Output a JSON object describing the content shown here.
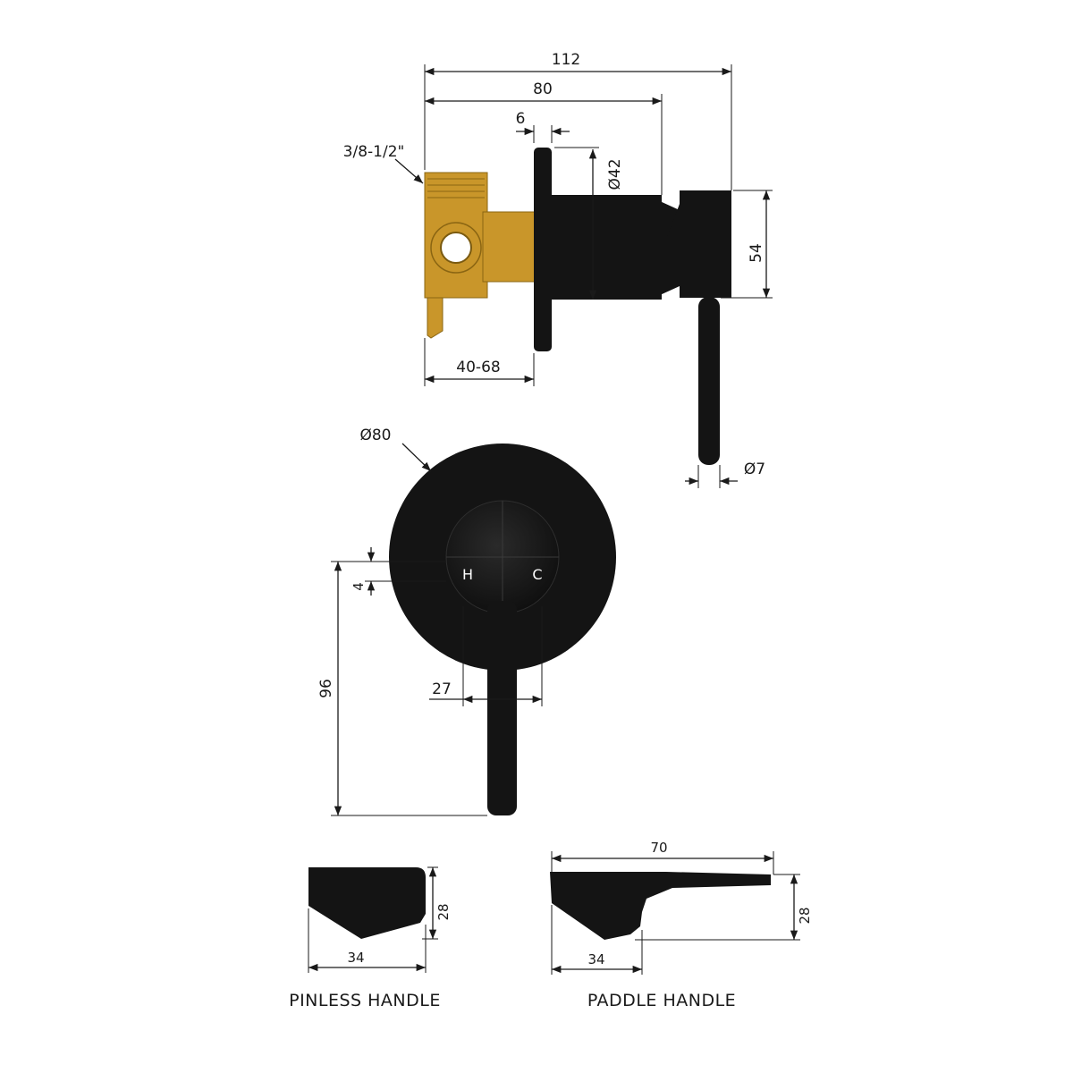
{
  "dimensions": {
    "side_overall": "112",
    "side_body": "80",
    "plate_thickness": "6",
    "body_diameter": "Ø42",
    "handle_height": "54",
    "thread": "3/8-1/2\"",
    "wall_depth": "40-68",
    "plate_diameter": "Ø80",
    "lever_diameter": "Ø7",
    "hc_offset": "4",
    "lever_length": "96",
    "hub_width": "27",
    "pinless_height": "28",
    "pinless_width": "34",
    "paddle_length": "70",
    "paddle_height": "28",
    "paddle_width": "34"
  },
  "front_markings": {
    "hot": "H",
    "cold": "C"
  },
  "captions": {
    "pinless": "PINLESS HANDLE",
    "paddle": "PADDLE HANDLE"
  },
  "colors": {
    "finish": "#141414",
    "brass": "#c9962a",
    "line": "#1a1a1a"
  }
}
